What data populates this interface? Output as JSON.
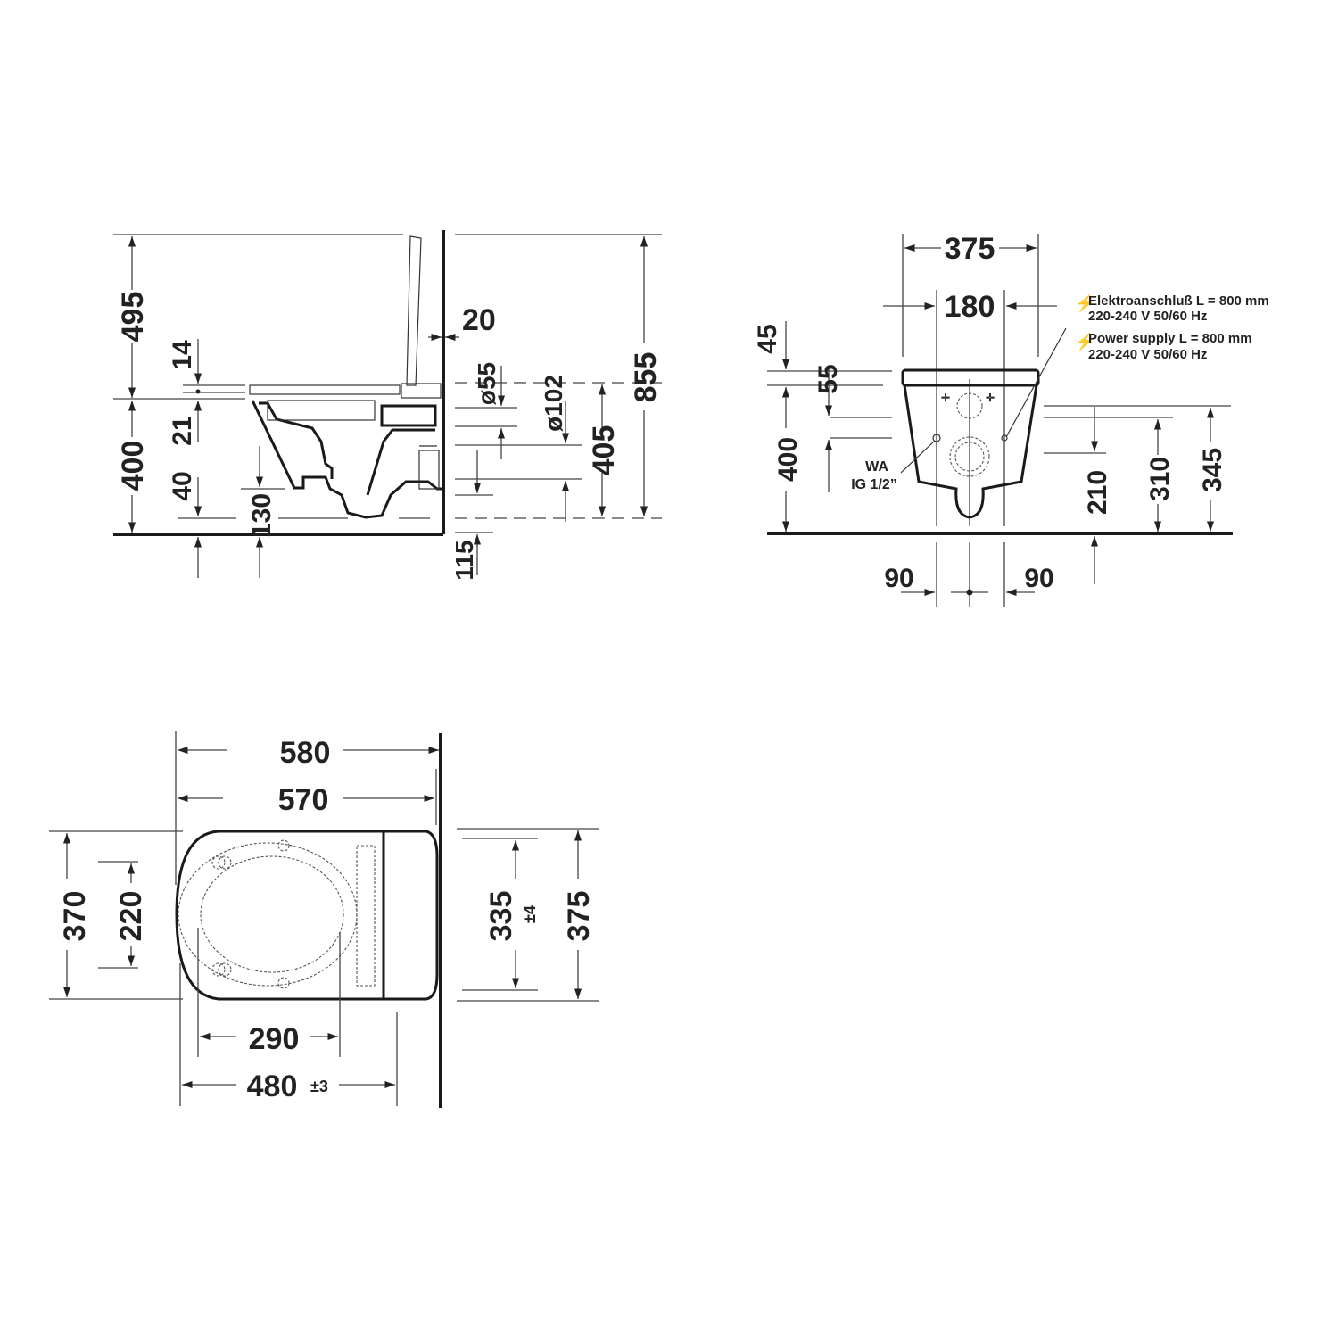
{
  "side_view": {
    "dims": {
      "d495": "495",
      "d14": "14",
      "d21": "21",
      "d400": "400",
      "d40": "40",
      "d130": "130",
      "d20": "20",
      "d55": "ø55",
      "d102": "ø102",
      "d405": "405",
      "d855": "855",
      "d115": "115"
    }
  },
  "front_view": {
    "dims": {
      "d375": "375",
      "d180": "180",
      "d45": "45",
      "d55": "55",
      "d400": "400",
      "d210": "210",
      "d310": "310",
      "d345": "345",
      "d90_left": "90",
      "d90_right": "90"
    },
    "labels": {
      "wa": "WA",
      "ig": "IG 1/2”",
      "de_line1": "Elektroanschluß L = 800 mm",
      "de_line2": "220-240 V  50/60 Hz",
      "en_line1": "Power supply L = 800 mm",
      "en_line2": "220-240 V  50/60 Hz"
    },
    "icons": [
      "lightning-icon",
      "lightning-icon"
    ]
  },
  "top_view": {
    "dims": {
      "d580": "580",
      "d570": "570",
      "d370": "370",
      "d220": "220",
      "d335": "335",
      "d335_tol": "±4",
      "d375": "375",
      "d290": "290",
      "d480": "480",
      "d480_tol": "±3"
    }
  },
  "colors": {
    "line": "#1a1a1a",
    "background": "#ffffff"
  }
}
